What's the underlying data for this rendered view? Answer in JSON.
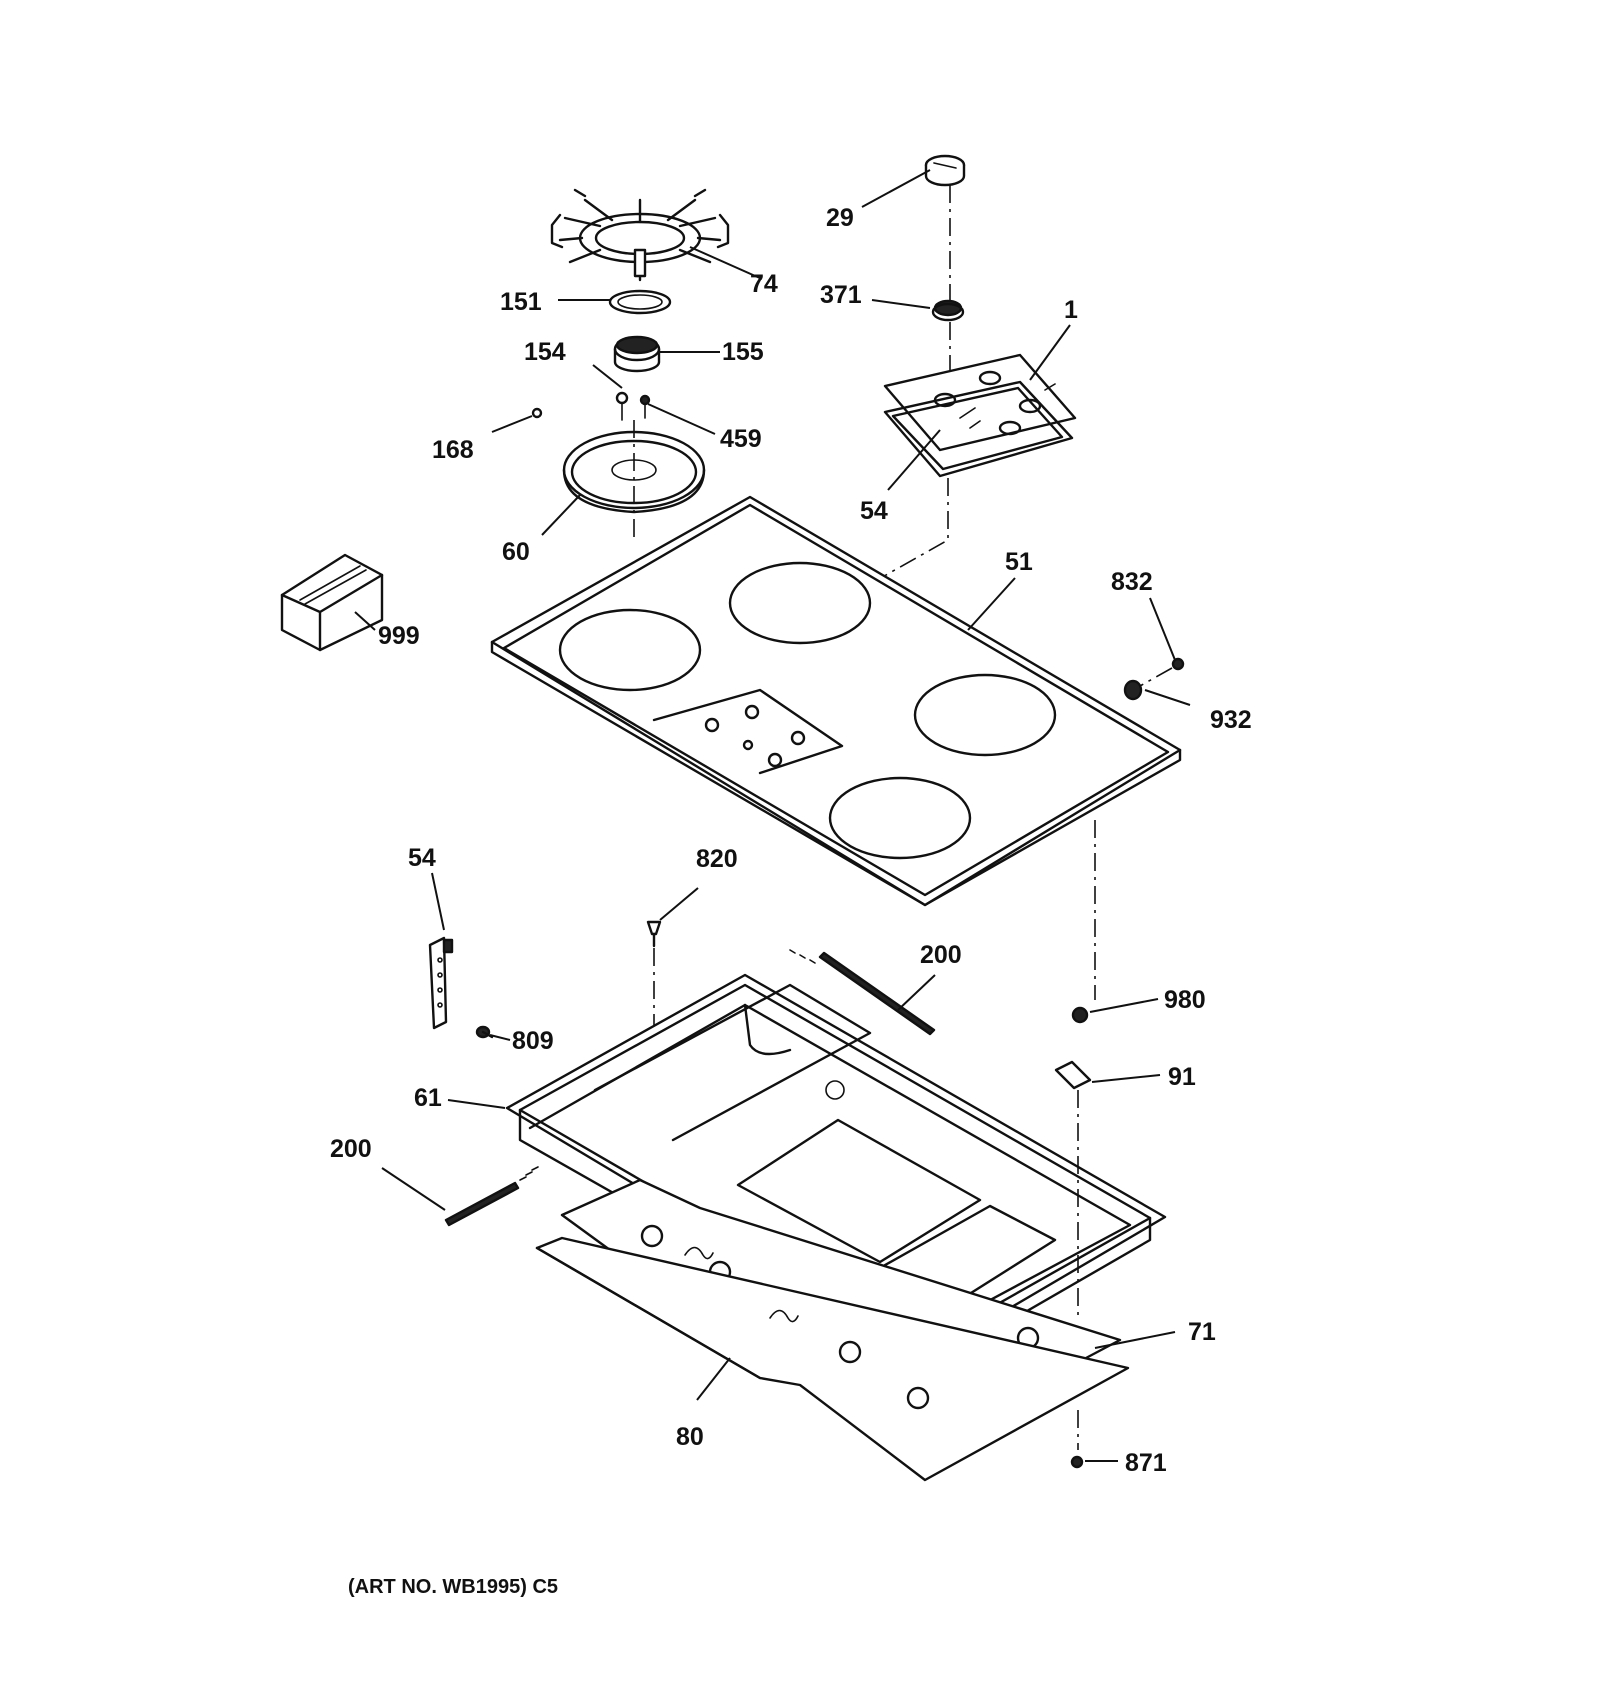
{
  "labels": [
    {
      "id": "29",
      "text": "29"
    },
    {
      "id": "74",
      "text": "74"
    },
    {
      "id": "151",
      "text": "151"
    },
    {
      "id": "371",
      "text": "371"
    },
    {
      "id": "1",
      "text": "1"
    },
    {
      "id": "154",
      "text": "154"
    },
    {
      "id": "155",
      "text": "155"
    },
    {
      "id": "459",
      "text": "459"
    },
    {
      "id": "168",
      "text": "168"
    },
    {
      "id": "54a",
      "text": "54"
    },
    {
      "id": "60",
      "text": "60"
    },
    {
      "id": "51",
      "text": "51"
    },
    {
      "id": "832",
      "text": "832"
    },
    {
      "id": "999",
      "text": "999"
    },
    {
      "id": "932",
      "text": "932"
    },
    {
      "id": "54b",
      "text": "54"
    },
    {
      "id": "820",
      "text": "820"
    },
    {
      "id": "200a",
      "text": "200"
    },
    {
      "id": "980",
      "text": "980"
    },
    {
      "id": "809",
      "text": "809"
    },
    {
      "id": "91",
      "text": "91"
    },
    {
      "id": "61",
      "text": "61"
    },
    {
      "id": "200b",
      "text": "200"
    },
    {
      "id": "71",
      "text": "71"
    },
    {
      "id": "80",
      "text": "80"
    },
    {
      "id": "871",
      "text": "871"
    }
  ],
  "caption": "(ART NO. WB1995) C5"
}
